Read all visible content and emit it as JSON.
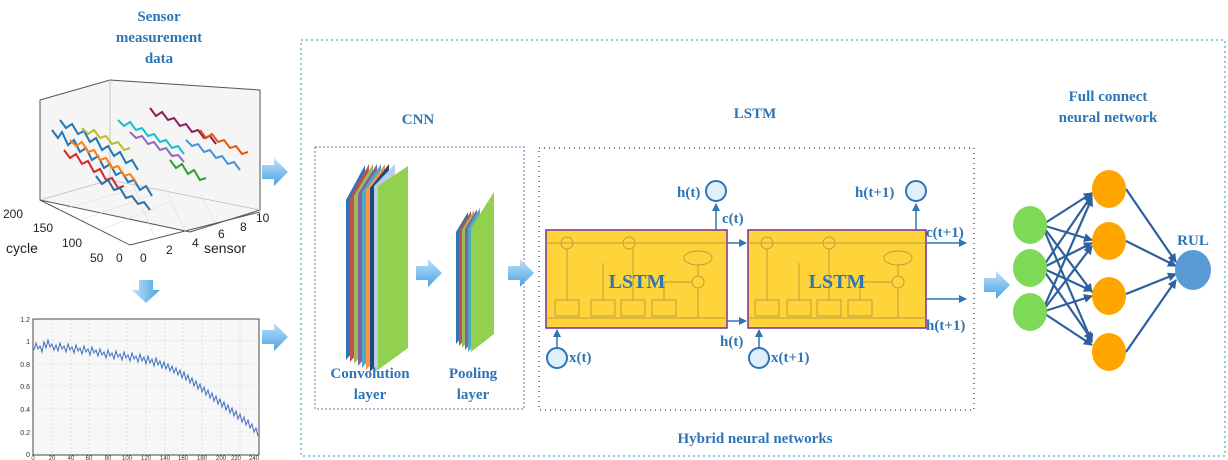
{
  "sensor": {
    "title": [
      "Sensor",
      "measurement",
      "data"
    ],
    "axis_cycle_label": "cycle",
    "axis_sensor_label": "sensor",
    "cycle_ticks": [
      "200",
      "150",
      "100",
      "50",
      "0"
    ],
    "sensor_ticks": [
      "0",
      "2",
      "4",
      "6",
      "8",
      "10"
    ]
  },
  "health_plot": {
    "y_ticks": [
      "1.2",
      "1",
      "0.8",
      "0.6",
      "0.4",
      "0.2",
      "0"
    ],
    "x_ticks": [
      "0",
      "20",
      "40",
      "60",
      "80",
      "100",
      "120",
      "140",
      "160",
      "180",
      "200",
      "220",
      "240"
    ]
  },
  "cnn": {
    "title": "CNN",
    "conv_label": [
      "Convolution",
      "layer"
    ],
    "pool_label": [
      "Pooling",
      "layer"
    ]
  },
  "lstm": {
    "title": "LSTM",
    "cell1_label": "LSTM",
    "cell2_label": "LSTM",
    "h_t": "h(t)",
    "h_t1": "h(t+1)",
    "c_t": "c(t)",
    "c_t1": "c(t+1)",
    "h_t_mid": "h(t)",
    "h_t1_right": "h(t+1)",
    "x_t": "x(t)",
    "x_t1": "x(t+1)"
  },
  "fc": {
    "title": [
      "Full connect",
      "neural network"
    ],
    "output_label": "RUL"
  },
  "hybrid_label": "Hybrid neural networks",
  "colors": {
    "accent_blue": "#2e75b6",
    "node_green": "#7ed957",
    "node_orange": "#ffa500",
    "node_blue": "#5b9bd5",
    "lstm_yellow": "#ffd43b",
    "lstm_border": "#7030a0",
    "dotted_border": "#4bacc6"
  }
}
